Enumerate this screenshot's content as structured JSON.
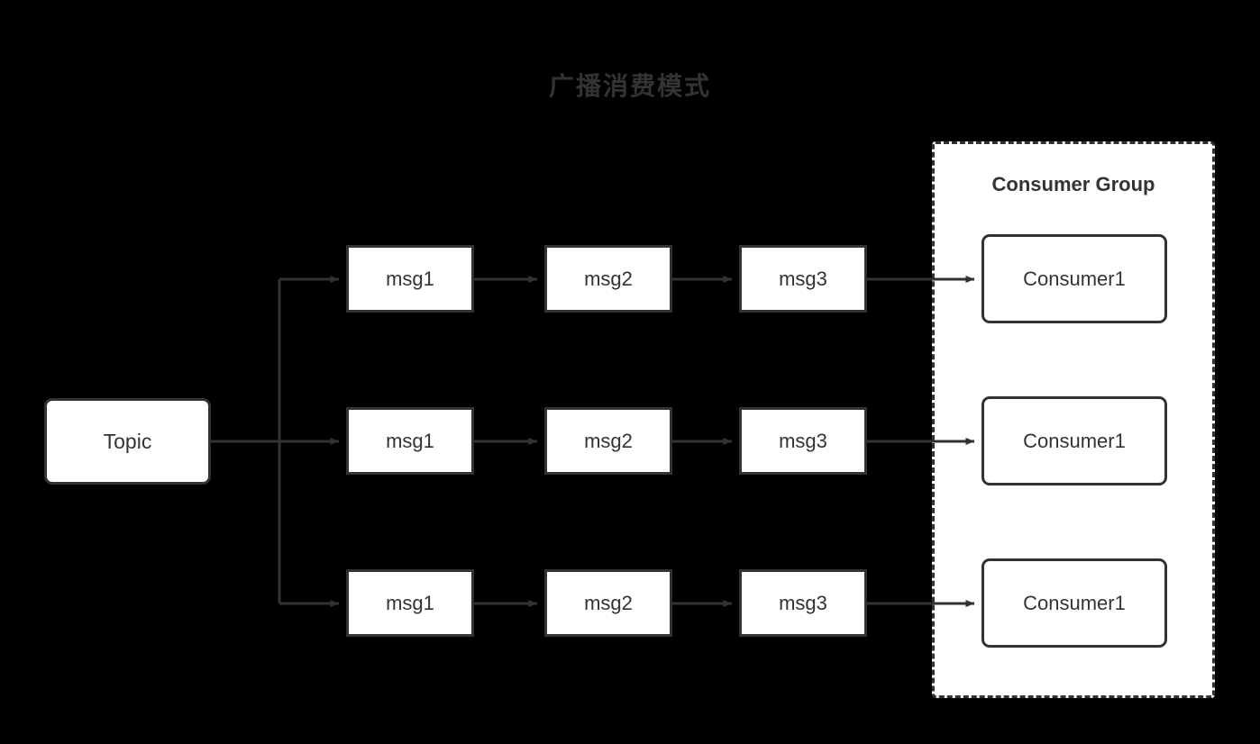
{
  "diagram": {
    "title": "广播消费模式",
    "title_color": "#333333",
    "background_color": "#000000",
    "stroke_color": "#333333",
    "node_fill": "#ffffff",
    "text_color": "#333333"
  },
  "source": {
    "label": "Topic",
    "shape": "rounded-rectangle"
  },
  "consumer_group": {
    "label": "Consumer Group",
    "border_style": "dashed",
    "fill": "#ffffff"
  },
  "rows": [
    {
      "index": 1,
      "messages": [
        {
          "label": "msg1"
        },
        {
          "label": "msg2"
        },
        {
          "label": "msg3"
        }
      ],
      "consumer": {
        "label": "Consumer1"
      }
    },
    {
      "index": 2,
      "messages": [
        {
          "label": "msg1"
        },
        {
          "label": "msg2"
        },
        {
          "label": "msg3"
        }
      ],
      "consumer": {
        "label": "Consumer1"
      }
    },
    {
      "index": 3,
      "messages": [
        {
          "label": "msg1"
        },
        {
          "label": "msg2"
        },
        {
          "label": "msg3"
        }
      ],
      "consumer": {
        "label": "Consumer1"
      }
    }
  ],
  "edges": {
    "arrowhead": "filled-triangle",
    "line_color": "#333333",
    "line_width": 3
  }
}
